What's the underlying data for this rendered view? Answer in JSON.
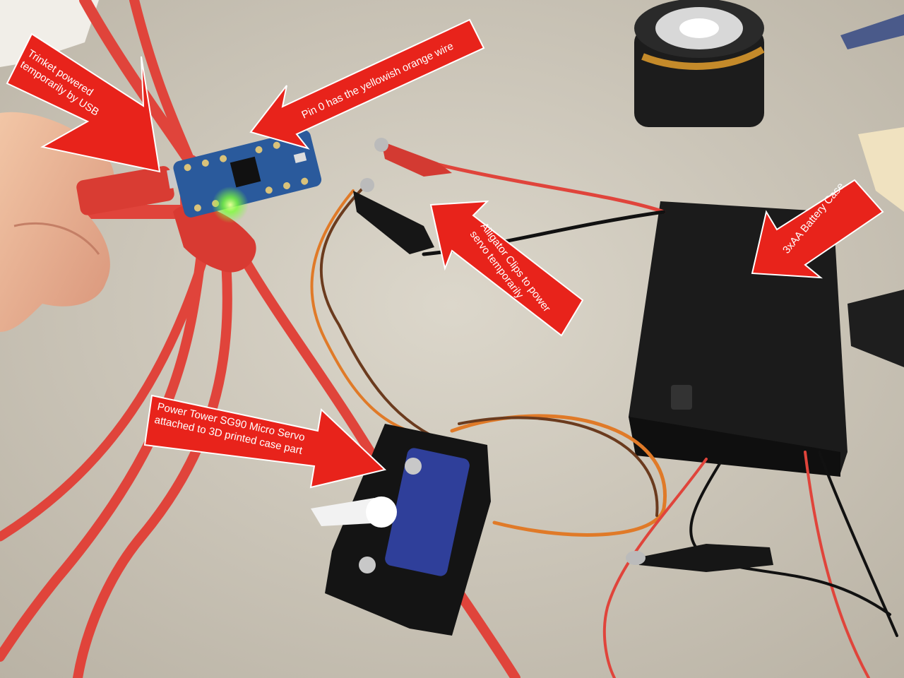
{
  "image": {
    "description_free": true,
    "colors": {
      "table": "#cfc9bd",
      "cable_red": "#e0443b",
      "arrow_red": "#e8231b",
      "board_blue": "#2a5a9c",
      "led_green": "#7dff3a",
      "plastic_black": "#1c1c1c",
      "servo_blue": "#2f3f9a",
      "wire_orange": "#e07a28",
      "wire_brown": "#6b3b1e"
    }
  },
  "annotations": [
    {
      "id": "trinket",
      "lines": [
        "Trinket powered",
        "temporarily by USB"
      ]
    },
    {
      "id": "pin0",
      "lines": [
        "Pin 0 has the yellowish orange wire"
      ]
    },
    {
      "id": "clips",
      "lines": [
        "Alligator Clips to power",
        "servo temporarily"
      ]
    },
    {
      "id": "battery",
      "lines": [
        "3xAA Battery Case"
      ]
    },
    {
      "id": "servo",
      "lines": [
        "Power Tower SG90 Micro Servo",
        "attached to 3D printed case part"
      ]
    }
  ]
}
